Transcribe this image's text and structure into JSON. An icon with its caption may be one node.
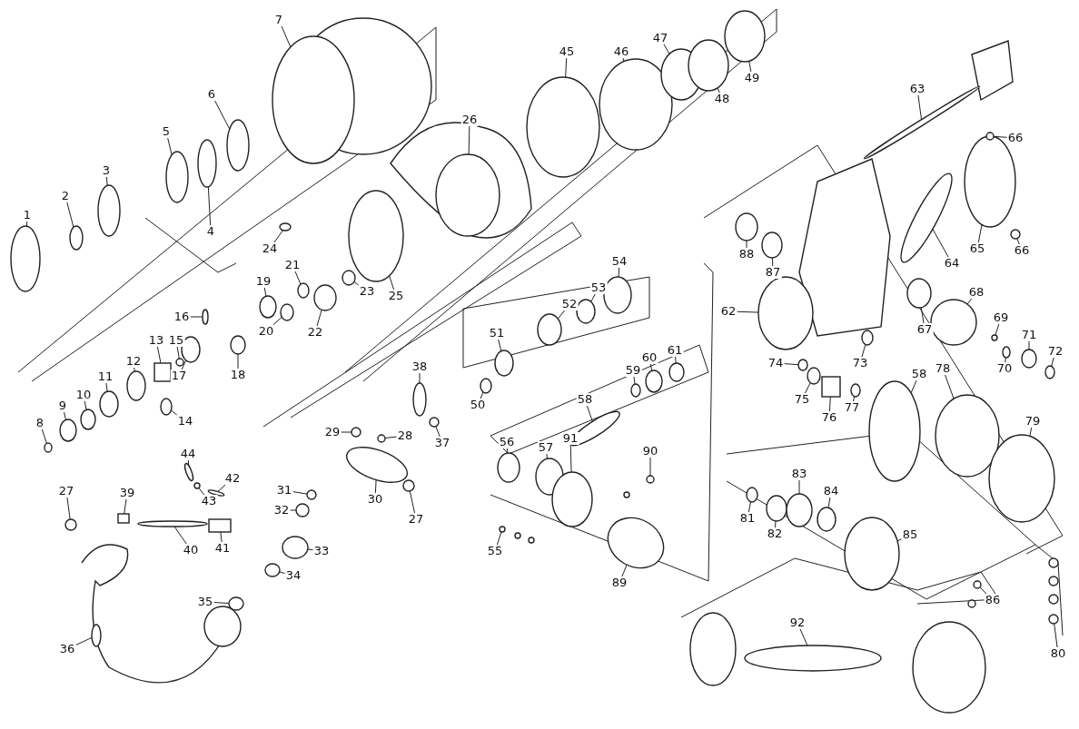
{
  "diagram": {
    "nodes": [
      {
        "text": [
          "1"
        ]
      },
      {
        "text": [
          "2"
        ]
      },
      {
        "text": [
          "3"
        ]
      },
      {
        "text": [
          "4"
        ]
      },
      {
        "text": [
          "5"
        ]
      },
      {
        "text": [
          "6"
        ]
      },
      {
        "text": [
          "7"
        ]
      },
      {
        "text": [
          "8"
        ]
      },
      {
        "text": [
          "9"
        ]
      },
      {
        "text": [
          "10"
        ]
      },
      {
        "text": [
          "11"
        ]
      },
      {
        "text": [
          "12"
        ]
      },
      {
        "text": [
          "13"
        ]
      },
      {
        "text": [
          "14"
        ]
      },
      {
        "text": [
          "15"
        ]
      },
      {
        "text": [
          "16"
        ]
      },
      {
        "text": [
          "17"
        ]
      },
      {
        "text": [
          "18"
        ]
      },
      {
        "text": [
          "19"
        ]
      },
      {
        "text": [
          "20"
        ]
      },
      {
        "text": [
          "21"
        ]
      },
      {
        "text": [
          "22"
        ]
      },
      {
        "text": [
          "23"
        ]
      },
      {
        "text": [
          "24"
        ]
      },
      {
        "text": [
          "25"
        ]
      },
      {
        "text": [
          "26"
        ]
      },
      {
        "text": [
          "27"
        ]
      },
      {
        "text": [
          "27"
        ]
      },
      {
        "text": [
          "28"
        ]
      },
      {
        "text": [
          "29"
        ]
      },
      {
        "text": [
          "30"
        ]
      },
      {
        "text": [
          "31"
        ]
      },
      {
        "text": [
          "32"
        ]
      },
      {
        "text": [
          "33"
        ]
      },
      {
        "text": [
          "34"
        ]
      },
      {
        "text": [
          "35"
        ]
      },
      {
        "text": [
          "36"
        ]
      },
      {
        "text": [
          "37"
        ]
      },
      {
        "text": [
          "38"
        ]
      },
      {
        "text": [
          "39"
        ]
      },
      {
        "text": [
          "40"
        ]
      },
      {
        "text": [
          "41"
        ]
      },
      {
        "text": [
          "42"
        ]
      },
      {
        "text": [
          "43"
        ]
      },
      {
        "text": [
          "44"
        ]
      },
      {
        "text": [
          "45"
        ]
      },
      {
        "text": [
          "46"
        ]
      },
      {
        "text": [
          "47"
        ]
      },
      {
        "text": [
          "48"
        ]
      },
      {
        "text": [
          "49"
        ]
      },
      {
        "text": [
          "50"
        ]
      },
      {
        "text": [
          "51"
        ]
      },
      {
        "text": [
          "52"
        ]
      },
      {
        "text": [
          "53"
        ]
      },
      {
        "text": [
          "54"
        ]
      },
      {
        "text": [
          "55"
        ]
      },
      {
        "text": [
          "56"
        ]
      },
      {
        "text": [
          "57"
        ]
      },
      {
        "text": [
          "58"
        ]
      },
      {
        "text": [
          "58"
        ]
      },
      {
        "text": [
          "59"
        ]
      },
      {
        "text": [
          "60"
        ]
      },
      {
        "text": [
          "61"
        ]
      },
      {
        "text": [
          "62"
        ]
      },
      {
        "text": [
          "63"
        ]
      },
      {
        "text": [
          "64"
        ]
      },
      {
        "text": [
          "65"
        ]
      },
      {
        "text": [
          "66"
        ]
      },
      {
        "text": [
          "66"
        ]
      },
      {
        "text": [
          "67"
        ]
      },
      {
        "text": [
          "68"
        ]
      },
      {
        "text": [
          "69"
        ]
      },
      {
        "text": [
          "70"
        ]
      },
      {
        "text": [
          "71"
        ]
      },
      {
        "text": [
          "72"
        ]
      },
      {
        "text": [
          "73"
        ]
      },
      {
        "text": [
          "74"
        ]
      },
      {
        "text": [
          "75"
        ]
      },
      {
        "text": [
          "76"
        ]
      },
      {
        "text": [
          "77"
        ]
      },
      {
        "text": [
          "78"
        ]
      },
      {
        "text": [
          "79"
        ]
      },
      {
        "text": [
          "80"
        ]
      },
      {
        "text": [
          "81"
        ]
      },
      {
        "text": [
          "82"
        ]
      },
      {
        "text": [
          "83"
        ]
      },
      {
        "text": [
          "84"
        ]
      },
      {
        "text": [
          "85"
        ]
      },
      {
        "text": [
          "86"
        ]
      },
      {
        "text": [
          "87"
        ]
      },
      {
        "text": [
          "88"
        ]
      },
      {
        "text": [
          "89"
        ]
      },
      {
        "text": [
          "90"
        ]
      },
      {
        "text": [
          "91"
        ]
      },
      {
        "text": [
          "92"
        ]
      },
      {
        "text": [],
        "shape": "circle"
      },
      {
        "text": [],
        "shape": "circle"
      },
      {
        "text": [],
        "shape": "circle"
      },
      {
        "text": [],
        "shape": "circle"
      },
      {
        "text": [],
        "shape": "circle"
      },
      {
        "text": [],
        "shape": "circle"
      },
      {
        "text": [],
        "shape": "circle"
      },
      {
        "text": [],
        "shape": "circle"
      },
      {
        "text": [],
        "shape": "circle"
      },
      {
        "text": [],
        "shape": "circle"
      },
      {
        "text": [],
        "shape": "circle"
      },
      {
        "text": [],
        "shape": "circle"
      },
      {
        "text": [],
        "shape": "box"
      },
      {
        "text": [],
        "shape": "circle"
      },
      {
        "text": [],
        "shape": "circle"
      },
      {
        "text": [],
        "shape": "circle"
      },
      {
        "text": [],
        "shape": "circle"
      },
      {
        "text": [],
        "shape": "circle"
      },
      {
        "text": [],
        "shape": "circle"
      },
      {
        "text": [],
        "shape": "circle"
      },
      {
        "text": [],
        "shape": "circle"
      },
      {
        "text": [],
        "shape": "circle"
      },
      {
        "text": [],
        "shape": "circle"
      },
      {
        "text": [],
        "shape": "circle"
      },
      {
        "text": [],
        "shape": "circle"
      },
      {
        "text": [],
        "shape": "circle"
      },
      {
        "text": [],
        "shape": "circle"
      },
      {
        "text": [],
        "shape": "circle"
      },
      {
        "text": [],
        "shape": "circle"
      },
      {
        "text": [],
        "shape": "circle"
      },
      {
        "text": [],
        "shape": "circle"
      },
      {
        "text": [],
        "shape": "circle"
      },
      {
        "text": [],
        "shape": "circle"
      },
      {
        "text": [],
        "shape": "circle"
      },
      {
        "text": [],
        "shape": "circle"
      },
      {
        "text": [],
        "shape": "circle"
      },
      {
        "text": [],
        "shape": "circle"
      },
      {
        "text": [],
        "shape": "circle"
      },
      {
        "text": [],
        "shape": "circle"
      },
      {
        "text": [],
        "shape": "box"
      },
      {
        "text": [],
        "shape": "circle"
      },
      {
        "text": [],
        "shape": "box"
      },
      {
        "text": [],
        "shape": "circle"
      },
      {
        "text": [],
        "shape": "circle"
      },
      {
        "text": [],
        "shape": "circle"
      },
      {
        "text": [],
        "shape": "circle"
      },
      {
        "text": [],
        "shape": "circle"
      },
      {
        "text": [],
        "shape": "circle"
      },
      {
        "text": [],
        "shape": "circle"
      },
      {
        "text": [],
        "shape": "circle"
      },
      {
        "text": [],
        "shape": "circle"
      },
      {
        "text": [],
        "shape": "circle"
      },
      {
        "text": [],
        "shape": "circle"
      },
      {
        "text": [],
        "shape": "circle"
      },
      {
        "text": [],
        "shape": "circle"
      },
      {
        "text": [],
        "shape": "circle"
      },
      {
        "text": [],
        "shape": "circle"
      },
      {
        "text": [],
        "shape": "circle"
      },
      {
        "text": [],
        "shape": "circle"
      },
      {
        "text": [],
        "shape": "circle"
      },
      {
        "text": [],
        "shape": "circle"
      },
      {
        "text": [],
        "shape": "circle"
      },
      {
        "text": [],
        "shape": "circle"
      },
      {
        "text": [],
        "shape": "circle"
      },
      {
        "text": [],
        "shape": "circle"
      },
      {
        "text": [],
        "shape": "circle"
      },
      {
        "text": [],
        "shape": "circle"
      },
      {
        "text": [],
        "shape": "circle"
      },
      {
        "text": [],
        "shape": "circle"
      },
      {
        "text": [],
        "shape": "circle"
      },
      {
        "text": [],
        "shape": "circle"
      },
      {
        "text": [],
        "shape": "circle"
      },
      {
        "text": [],
        "shape": "circle"
      },
      {
        "text": [],
        "shape": "circle"
      },
      {
        "text": [],
        "shape": "circle"
      },
      {
        "text": [],
        "shape": "circle"
      },
      {
        "text": [],
        "shape": "circle"
      },
      {
        "text": [],
        "shape": "circle"
      },
      {
        "text": [],
        "shape": "box"
      },
      {
        "text": [],
        "shape": "circle"
      },
      {
        "text": [],
        "shape": "circle"
      },
      {
        "text": [],
        "shape": "circle"
      },
      {
        "text": [],
        "shape": "circle"
      },
      {
        "text": [],
        "shape": "circle"
      },
      {
        "text": [],
        "shape": "circle"
      },
      {
        "text": [],
        "shape": "circle"
      },
      {
        "text": [],
        "shape": "circle"
      },
      {
        "text": [],
        "shape": "circle"
      },
      {
        "text": [],
        "shape": "circle"
      },
      {
        "text": [],
        "shape": "circle"
      },
      {
        "text": [],
        "shape": "circle"
      },
      {
        "text": [],
        "shape": "circle"
      },
      {
        "text": [],
        "shape": "circle"
      },
      {
        "text": [],
        "shape": "circle"
      },
      {
        "text": [],
        "shape": "circle"
      }
    ],
    "edges": [
      {
        "from": 0,
        "to": 95,
        "arrow": "none"
      },
      {
        "from": 1,
        "to": 96,
        "arrow": "none"
      },
      {
        "from": 2,
        "to": 97,
        "arrow": "none"
      },
      {
        "from": 3,
        "to": 98,
        "arrow": "none"
      },
      {
        "from": 4,
        "to": 99,
        "arrow": "none"
      },
      {
        "from": 5,
        "to": 100,
        "arrow": "none"
      },
      {
        "from": 6,
        "to": 101,
        "arrow": "none"
      },
      {
        "from": 7,
        "to": 102,
        "arrow": "none"
      },
      {
        "from": 8,
        "to": 103,
        "arrow": "none"
      },
      {
        "from": 9,
        "to": 104,
        "arrow": "none"
      },
      {
        "from": 10,
        "to": 105,
        "arrow": "none"
      },
      {
        "from": 11,
        "to": 106,
        "arrow": "none"
      },
      {
        "from": 12,
        "to": 107,
        "arrow": "none"
      },
      {
        "from": 13,
        "to": 108,
        "arrow": "none"
      },
      {
        "from": 14,
        "to": 109,
        "arrow": "none"
      },
      {
        "from": 15,
        "to": 110,
        "arrow": "none"
      },
      {
        "from": 16,
        "to": 111,
        "arrow": "none"
      },
      {
        "from": 17,
        "to": 112,
        "arrow": "none"
      },
      {
        "from": 18,
        "to": 113,
        "arrow": "none"
      },
      {
        "from": 19,
        "to": 114,
        "arrow": "none"
      },
      {
        "from": 20,
        "to": 115,
        "arrow": "none"
      },
      {
        "from": 21,
        "to": 116,
        "arrow": "none"
      },
      {
        "from": 22,
        "to": 117,
        "arrow": "none"
      },
      {
        "from": 23,
        "to": 118,
        "arrow": "none"
      },
      {
        "from": 24,
        "to": 119,
        "arrow": "none"
      },
      {
        "from": 25,
        "to": 120,
        "arrow": "none"
      },
      {
        "from": 26,
        "to": 121,
        "arrow": "none"
      },
      {
        "from": 27,
        "to": 122,
        "arrow": "none"
      },
      {
        "from": 28,
        "to": 123,
        "arrow": "none"
      },
      {
        "from": 29,
        "to": 124,
        "arrow": "none"
      },
      {
        "from": 30,
        "to": 125,
        "arrow": "none"
      },
      {
        "from": 31,
        "to": 126,
        "arrow": "none"
      },
      {
        "from": 32,
        "to": 127,
        "arrow": "none"
      },
      {
        "from": 33,
        "to": 128,
        "arrow": "none"
      },
      {
        "from": 34,
        "to": 129,
        "arrow": "none"
      },
      {
        "from": 35,
        "to": 130,
        "arrow": "none"
      },
      {
        "from": 36,
        "to": 131,
        "arrow": "none"
      },
      {
        "from": 37,
        "to": 132,
        "arrow": "none"
      },
      {
        "from": 38,
        "to": 133,
        "arrow": "none"
      },
      {
        "from": 39,
        "to": 134,
        "arrow": "none"
      },
      {
        "from": 40,
        "to": 135,
        "arrow": "none"
      },
      {
        "from": 41,
        "to": 136,
        "arrow": "none"
      },
      {
        "from": 42,
        "to": 137,
        "arrow": "none"
      },
      {
        "from": 43,
        "to": 138,
        "arrow": "none"
      },
      {
        "from": 44,
        "to": 139,
        "arrow": "none"
      },
      {
        "from": 45,
        "to": 140,
        "arrow": "none"
      },
      {
        "from": 46,
        "to": 141,
        "arrow": "none"
      },
      {
        "from": 47,
        "to": 142,
        "arrow": "none"
      },
      {
        "from": 48,
        "to": 143,
        "arrow": "none"
      },
      {
        "from": 49,
        "to": 144,
        "arrow": "none"
      },
      {
        "from": 50,
        "to": 145,
        "arrow": "none"
      },
      {
        "from": 51,
        "to": 146,
        "arrow": "none"
      },
      {
        "from": 52,
        "to": 147,
        "arrow": "none"
      },
      {
        "from": 53,
        "to": 148,
        "arrow": "none"
      },
      {
        "from": 54,
        "to": 149,
        "arrow": "none"
      },
      {
        "from": 55,
        "to": 150,
        "arrow": "none"
      },
      {
        "from": 56,
        "to": 151,
        "arrow": "none"
      },
      {
        "from": 57,
        "to": 152,
        "arrow": "none"
      },
      {
        "from": 58,
        "to": 153,
        "arrow": "none"
      },
      {
        "from": 59,
        "to": 154,
        "arrow": "none"
      },
      {
        "from": 60,
        "to": 155,
        "arrow": "none"
      },
      {
        "from": 61,
        "to": 156,
        "arrow": "none"
      },
      {
        "from": 62,
        "to": 157,
        "arrow": "none"
      },
      {
        "from": 63,
        "to": 158,
        "arrow": "none"
      },
      {
        "from": 64,
        "to": 159,
        "arrow": "none"
      },
      {
        "from": 65,
        "to": 160,
        "arrow": "none"
      },
      {
        "from": 66,
        "to": 161,
        "arrow": "none"
      },
      {
        "from": 67,
        "to": 162,
        "arrow": "none"
      },
      {
        "from": 68,
        "to": 163,
        "arrow": "none"
      },
      {
        "from": 69,
        "to": 164,
        "arrow": "none"
      },
      {
        "from": 70,
        "to": 165,
        "arrow": "none"
      },
      {
        "from": 71,
        "to": 166,
        "arrow": "none"
      },
      {
        "from": 72,
        "to": 167,
        "arrow": "none"
      },
      {
        "from": 73,
        "to": 168,
        "arrow": "none"
      },
      {
        "from": 74,
        "to": 169,
        "arrow": "none"
      },
      {
        "from": 75,
        "to": 170,
        "arrow": "none"
      },
      {
        "from": 76,
        "to": 171,
        "arrow": "none"
      },
      {
        "from": 77,
        "to": 172,
        "arrow": "none"
      },
      {
        "from": 78,
        "to": 173,
        "arrow": "none"
      },
      {
        "from": 79,
        "to": 174,
        "arrow": "none"
      },
      {
        "from": 80,
        "to": 175,
        "arrow": "none"
      },
      {
        "from": 81,
        "to": 176,
        "arrow": "none"
      },
      {
        "from": 82,
        "to": 177,
        "arrow": "none"
      },
      {
        "from": 83,
        "to": 178,
        "arrow": "none"
      },
      {
        "from": 84,
        "to": 179,
        "arrow": "none"
      },
      {
        "from": 85,
        "to": 180,
        "arrow": "none"
      },
      {
        "from": 86,
        "to": 181,
        "arrow": "none"
      },
      {
        "from": 87,
        "to": 182,
        "arrow": "none"
      },
      {
        "from": 88,
        "to": 183,
        "arrow": "none"
      },
      {
        "from": 89,
        "to": 184,
        "arrow": "none"
      },
      {
        "from": 90,
        "to": 185,
        "arrow": "none"
      },
      {
        "from": 91,
        "to": 186,
        "arrow": "none"
      },
      {
        "from": 92,
        "to": 187,
        "arrow": "none"
      },
      {
        "from": 93,
        "to": 188,
        "arrow": "none"
      },
      {
        "from": 94,
        "to": 189,
        "arrow": "none"
      }
    ]
  }
}
